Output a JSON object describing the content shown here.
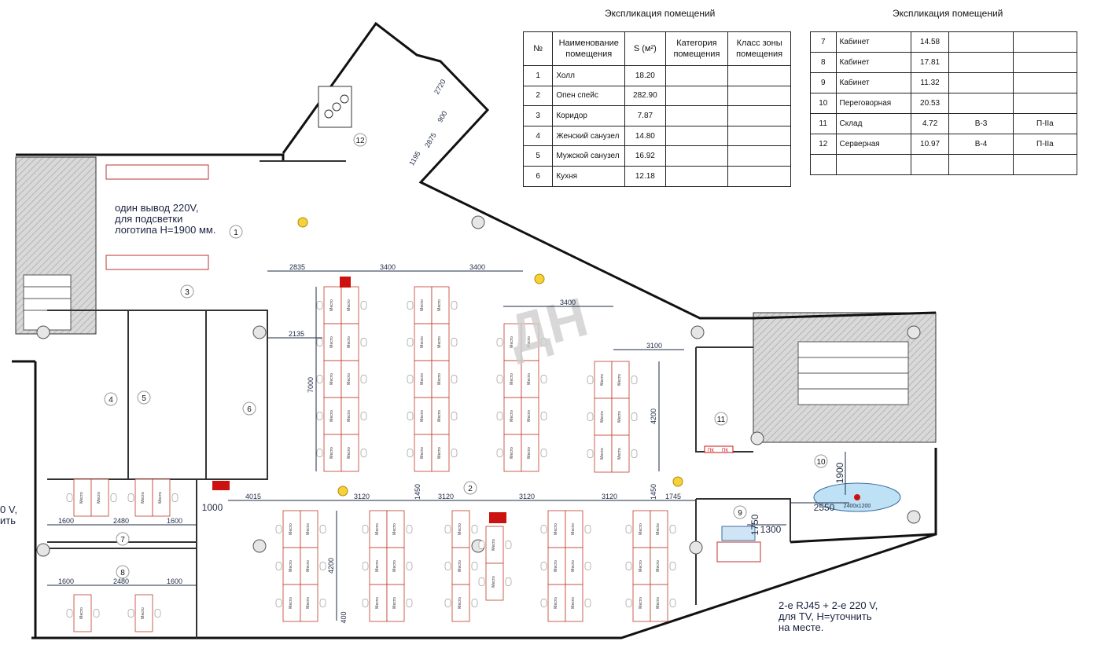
{
  "tables": [
    {
      "title": "Экспликация помещений",
      "headers": [
        "№",
        "Наименование помещения",
        "S (м²)",
        "Категория помещения",
        "Класс зоны помещения"
      ],
      "rows": [
        [
          "1",
          "Холл",
          "18.20",
          "",
          ""
        ],
        [
          "2",
          "Опен спейс",
          "282.90",
          "",
          ""
        ],
        [
          "3",
          "Коридор",
          "7.87",
          "",
          ""
        ],
        [
          "4",
          "Женский санузел",
          "14.80",
          "",
          ""
        ],
        [
          "5",
          "Мужской санузел",
          "16.92",
          "",
          ""
        ],
        [
          "6",
          "Кухня",
          "12.18",
          "",
          ""
        ]
      ]
    },
    {
      "title": "Экспликация помещений",
      "rows": [
        [
          "7",
          "Кабинет",
          "14.58",
          "",
          ""
        ],
        [
          "8",
          "Кабинет",
          "17.81",
          "",
          ""
        ],
        [
          "9",
          "Кабинет",
          "11.32",
          "",
          ""
        ],
        [
          "10",
          "Переговорная",
          "20.53",
          "",
          ""
        ],
        [
          "11",
          "Склад",
          "4.72",
          "В-3",
          "П-IIа"
        ],
        [
          "12",
          "Серверная",
          "10.97",
          "В-4",
          "П-IIа"
        ],
        [
          "",
          "",
          "",
          "",
          ""
        ]
      ]
    }
  ],
  "notes": {
    "logo_power": [
      "один вывод 220V,",
      "для подсветки",
      "логотипа H=1900 мм."
    ],
    "tv_power": [
      "2-е RJ45 + 2-е 220 V,",
      "для TV, H=уточнить",
      "на месте."
    ],
    "cut_left": [
      "0 V,",
      "ить"
    ]
  },
  "room_numbers": [
    "1",
    "2",
    "3",
    "4",
    "5",
    "6",
    "7",
    "8",
    "9",
    "10",
    "11",
    "12"
  ],
  "dimensions": {
    "top_row": [
      "2835",
      "3400",
      "3400"
    ],
    "mid": [
      "3400",
      "3100",
      "2135"
    ],
    "vertical": [
      "7000",
      "4200",
      "4200",
      "1450",
      "1450",
      "400",
      "1750",
      "1900"
    ],
    "bottom_row": [
      "4015",
      "3120",
      "3120",
      "3120",
      "3120",
      "1745"
    ],
    "side": [
      "1000",
      "1300",
      "2550"
    ],
    "cabinet7": [
      "1600",
      "2480",
      "1600"
    ],
    "cabinet8": [
      "1600",
      "2480",
      "1600"
    ],
    "server": [
      "2720",
      "900",
      "2875",
      "1195"
    ]
  },
  "labels": {
    "fire_hose": "ПК",
    "watermark": "ДН",
    "meeting_table": "2400х1200",
    "place_prefix": "Место"
  },
  "colors": {
    "wall": "#111111",
    "desk_line": "#c0392b",
    "dim_line": "#1f2a44",
    "accent_red": "#cc1111",
    "lamp": "#f1c40f"
  }
}
